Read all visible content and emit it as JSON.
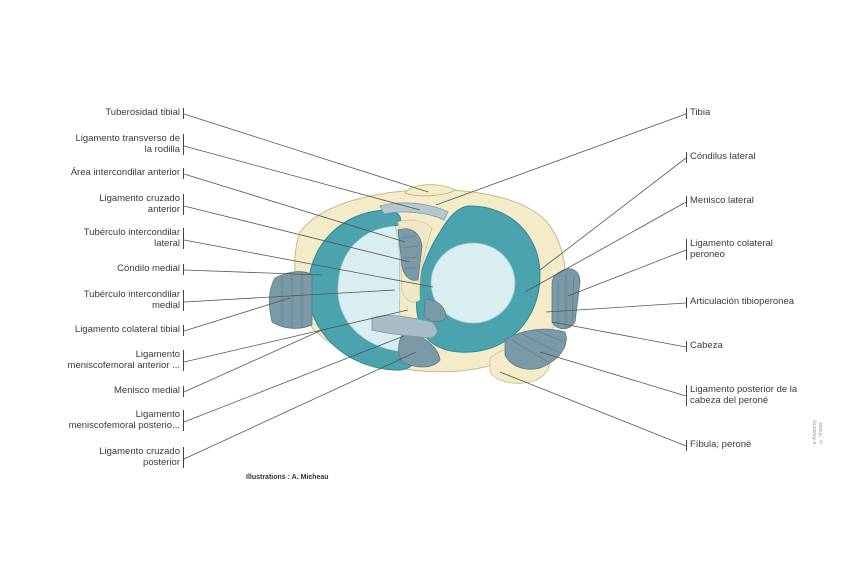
{
  "labels_left": [
    {
      "id": "tuberosidad-tibial",
      "lines": [
        "Tuberosidad tibial"
      ]
    },
    {
      "id": "ligamento-transverso",
      "lines": [
        "Ligamento transverso de",
        "la rodilla"
      ]
    },
    {
      "id": "area-intercondilar-anterior",
      "lines": [
        "Área intercondilar anterior"
      ]
    },
    {
      "id": "ligamento-cruzado-anterior",
      "lines": [
        "Ligamento cruzado",
        "anterior"
      ]
    },
    {
      "id": "tuberculo-intercondilar-lateral",
      "lines": [
        "Tubérculo intercondilar",
        "lateral"
      ]
    },
    {
      "id": "condilo-medial",
      "lines": [
        "Cóndilo medial"
      ]
    },
    {
      "id": "tuberculo-intercondilar-medial",
      "lines": [
        "Tubérculo intercondilar",
        "medial"
      ]
    },
    {
      "id": "ligamento-colateral-tibial",
      "lines": [
        "Ligamento colateral tibial"
      ]
    },
    {
      "id": "ligamento-meniscofemoral-anterior",
      "lines": [
        "Ligamento",
        "meniscofemoral anterior ..."
      ]
    },
    {
      "id": "menisco-medial",
      "lines": [
        "Menisco medial"
      ]
    },
    {
      "id": "ligamento-meniscofemoral-posterior",
      "lines": [
        "Ligamento",
        "meniscofemoral posterio..."
      ]
    },
    {
      "id": "ligamento-cruzado-posterior",
      "lines": [
        "Ligamento cruzado",
        "posterior"
      ]
    }
  ],
  "labels_right": [
    {
      "id": "tibia",
      "lines": [
        "Tibia"
      ]
    },
    {
      "id": "condilus-lateral",
      "lines": [
        "Cóndilus lateral"
      ]
    },
    {
      "id": "menisco-lateral",
      "lines": [
        "Menisco lateral"
      ]
    },
    {
      "id": "ligamento-colateral-peroneo",
      "lines": [
        "Ligamento colateral",
        "peroneo"
      ]
    },
    {
      "id": "articulacion-tibioperonea",
      "lines": [
        "Articulación tibioperonea"
      ]
    },
    {
      "id": "cabeza",
      "lines": [
        "Cabeza"
      ]
    },
    {
      "id": "ligamento-posterior-cabeza-perone",
      "lines": [
        "Ligamento posterior de la",
        "cabeza del peroné"
      ]
    },
    {
      "id": "fibula-perone",
      "lines": [
        "Fíbula; peroné"
      ]
    }
  ],
  "credit": "Illustrations : A. Micheau",
  "vertical_credit_lines": [
    "e-Anatomy",
    "© Imaios"
  ],
  "colors": {
    "bone": "#f4ecc8",
    "bone_edge": "#c8b98a",
    "meniscus": "#4aa3ad",
    "meniscus_dark": "#2f8a95",
    "cartilage": "#d9eef0",
    "ligament": "#7a9aa8",
    "ligament_dark": "#5c7a88",
    "leader": "#555555"
  }
}
